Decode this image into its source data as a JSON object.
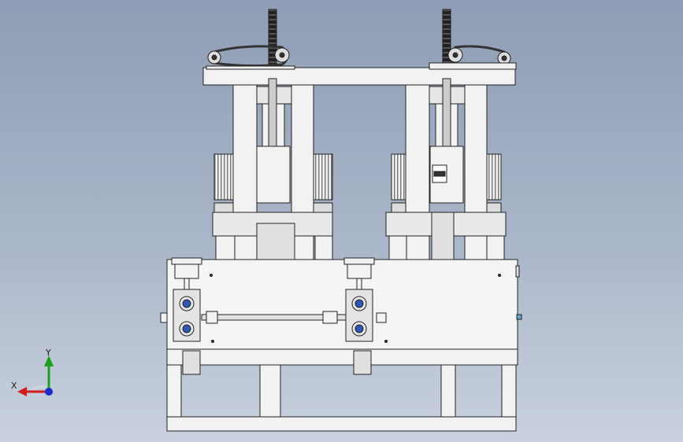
{
  "viewport": {
    "background_top": "#8e9db5",
    "background_bottom": "#c9d1de"
  },
  "model": {
    "description_icon": "cad-assembly-front-view",
    "line_color": "#222222",
    "fill_color": "#f2f2f2",
    "accent_blue": "#2f57b8"
  },
  "triad": {
    "x_label": "X",
    "y_label": "Y",
    "x_color": "#d31c1c",
    "y_color": "#1ea01e",
    "z_color": "#1c2ad3"
  }
}
